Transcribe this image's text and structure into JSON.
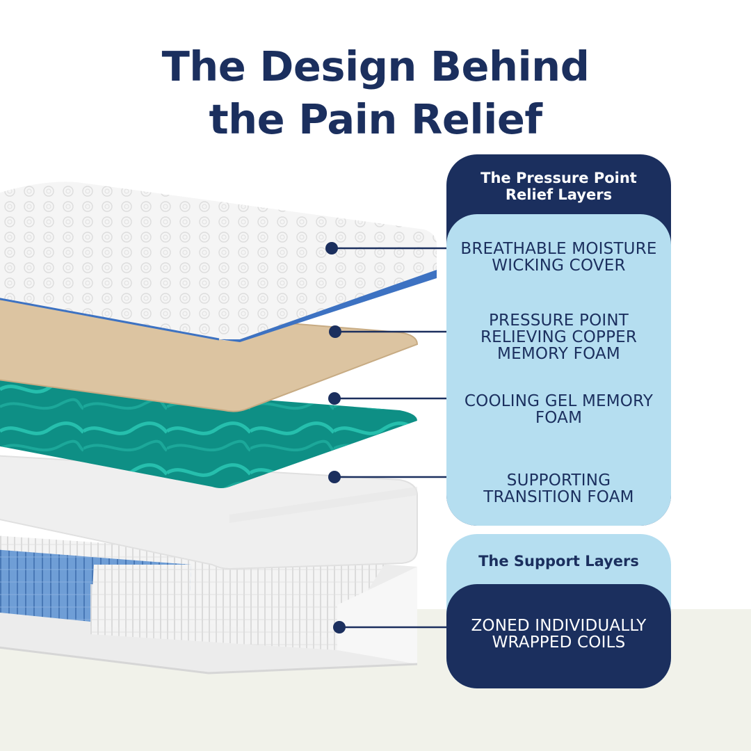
{
  "title": {
    "line1": "The Design Behind",
    "line2": "the Pain Relief"
  },
  "pressure_panel": {
    "header_line1": "The Pressure Point",
    "header_line2": "Relief Layers",
    "layers": [
      {
        "line1": "BREATHABLE MOISTURE",
        "line2": "WICKING COVER"
      },
      {
        "line1": "PRESSURE POINT",
        "line2": "RELIEVING COPPER",
        "line3": "MEMORY FOAM"
      },
      {
        "line1": "COOLING GEL MEMORY",
        "line2": "FOAM"
      },
      {
        "line1": "SUPPORTING",
        "line2": "TRANSITION FOAM"
      }
    ]
  },
  "support_panel": {
    "header": "The Support Layers",
    "layers": [
      {
        "line1": "ZONED INDIVIDUALLY",
        "line2": "WRAPPED COILS"
      }
    ]
  },
  "colors": {
    "navy": "#1b2f5e",
    "light_blue": "#b5def0",
    "copper_foam": "#dcc4a1",
    "gel_foam": "#0e8f85",
    "coil_blue": "#6f9ed6",
    "floor": "#f1f2ea"
  }
}
